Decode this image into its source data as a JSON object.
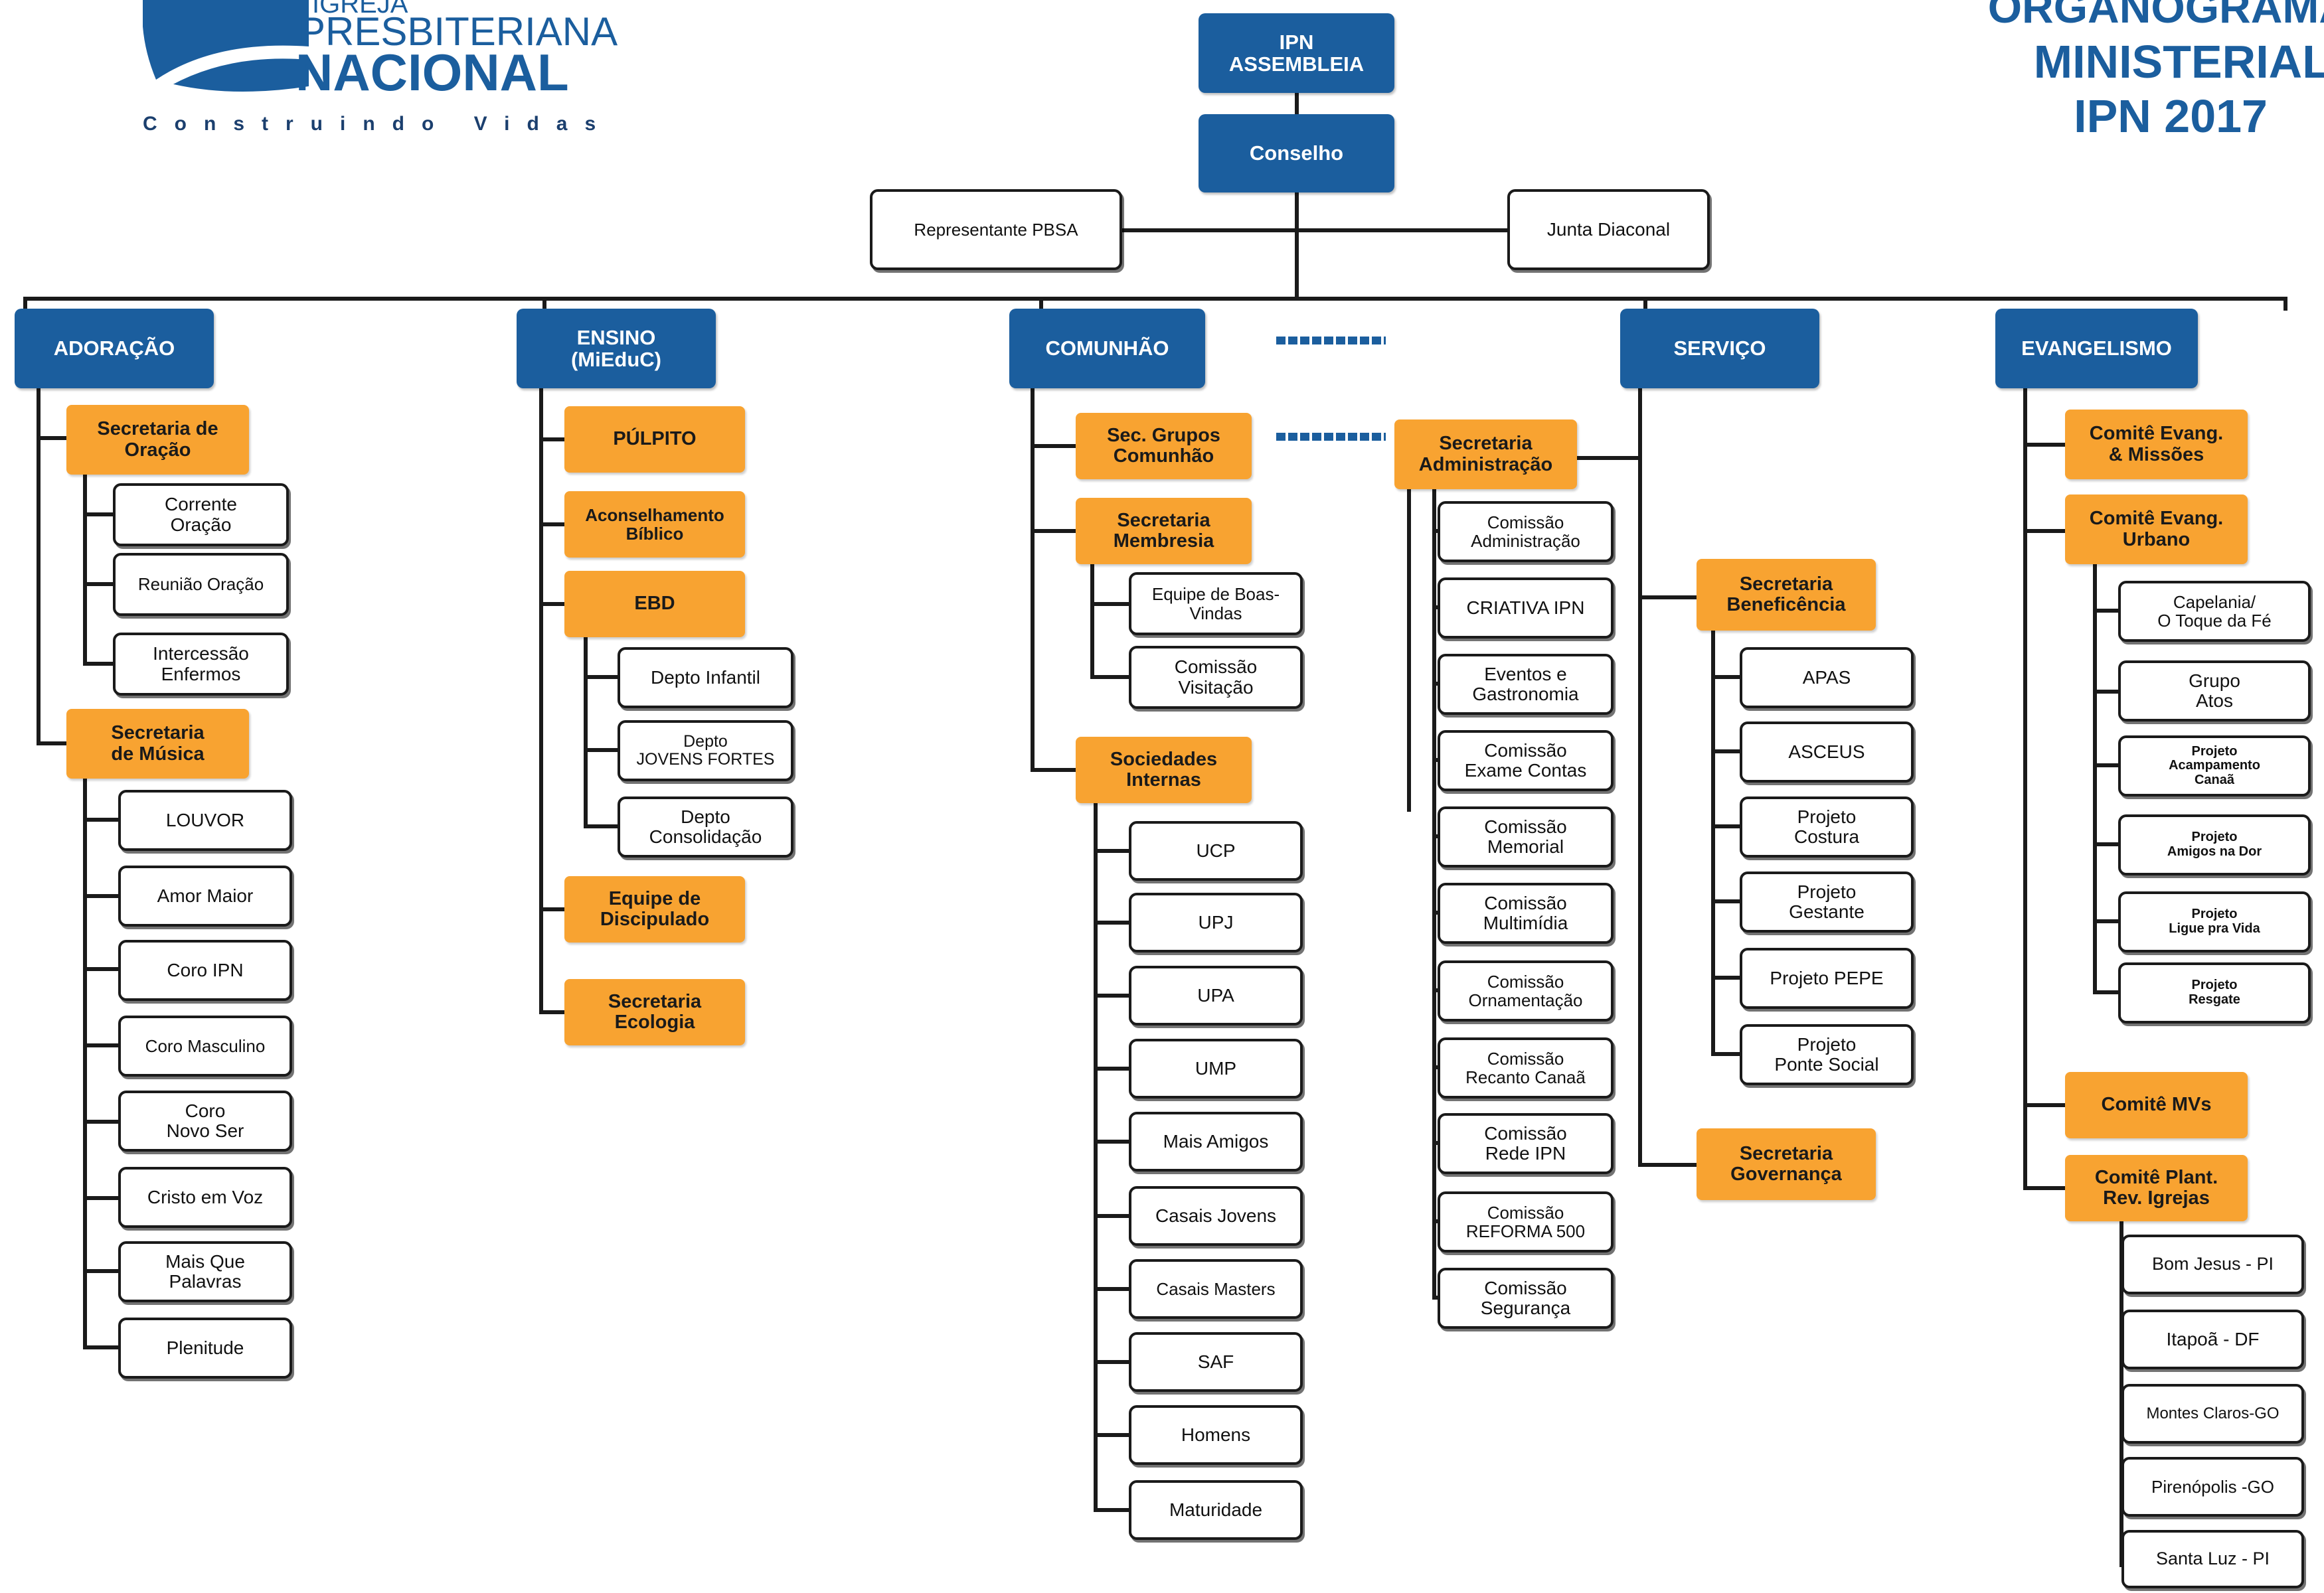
{
  "header": {
    "logo_line1": "IGREJA",
    "logo_line2": "PRESBITERIANA",
    "logo_line3": "NACIONAL",
    "logo_tagline": "Construindo Vidas",
    "title_line1": "ORGANOGRAMA",
    "title_line2": "MINISTERIAL",
    "title_line3": "IPN 2017"
  },
  "top": {
    "assembleia": "IPN\nASSEMBLEIA",
    "conselho": "Conselho",
    "representante": "Representante PBSA",
    "junta": "Junta Diaconal"
  },
  "columns": {
    "adoracao": {
      "label": "ADORAÇÃO",
      "sec_oracao": "Secretaria de\nOração",
      "oracao_items": [
        "Corrente\nOração",
        "Reunião Oração",
        "Intercessão\nEnfermos"
      ],
      "sec_musica": "Secretaria\nde Música",
      "musica_items": [
        "LOUVOR",
        "Amor Maior",
        "Coro IPN",
        "Coro Masculino",
        "Coro\nNovo Ser",
        "Cristo em Voz",
        "Mais Que\nPalavras",
        "Plenitude"
      ]
    },
    "ensino": {
      "label": "ENSINO\n(MiEduC)",
      "pulpito": "PÚLPITO",
      "aconselhamento": "Aconselhamento\nBíblico",
      "ebd": "EBD",
      "ebd_items": [
        "Depto Infantil",
        "Depto\nJOVENS FORTES",
        "Depto\nConsolidação"
      ],
      "discipulado": "Equipe de\nDiscipulado",
      "ecologia": "Secretaria\nEcologia"
    },
    "comunhao": {
      "label": "COMUNHÃO",
      "grupos": "Sec. Grupos\nComunhão",
      "membresia": "Secretaria\nMembresia",
      "membresia_items": [
        "Equipe de Boas-\nVindas",
        "Comissão\nVisitação"
      ],
      "sociedades": "Sociedades\nInternas",
      "sociedades_items": [
        "UCP",
        "UPJ",
        "UPA",
        "UMP",
        "Mais Amigos",
        "Casais Jovens",
        "Casais Masters",
        "SAF",
        "Homens",
        "Maturidade"
      ]
    },
    "administracao": {
      "label": "Secretaria\nAdministração",
      "items": [
        "Comissão\nAdministração",
        "CRIATIVA IPN",
        "Eventos e\nGastronomia",
        "Comissão\nExame Contas",
        "Comissão\nMemorial",
        "Comissão\nMultimídia",
        "Comissão\nOrnamentação",
        "Comissão\nRecanto Canaã",
        "Comissão\nRede IPN",
        "Comissão\nREFORMA 500",
        "Comissão\nSegurança"
      ]
    },
    "servico": {
      "label": "SERVIÇO",
      "beneficencia": "Secretaria\nBeneficência",
      "beneficencia_items": [
        "APAS",
        "ASCEUS",
        "Projeto\nCostura",
        "Projeto\nGestante",
        "Projeto PEPE",
        "Projeto\nPonte Social"
      ],
      "governanca": "Secretaria\nGovernança"
    },
    "evangelismo": {
      "label": "EVANGELISMO",
      "missoes": "Comitê Evang.\n& Missões",
      "urbano": "Comitê Evang.\nUrbano",
      "urbano_items": [
        "Capelania/\nO Toque da Fé",
        "Grupo\nAtos",
        "Projeto\nAcampamento\nCanaã",
        "Projeto\nAmigos na Dor",
        "Projeto\nLigue pra Vida",
        "Projeto\nResgate"
      ],
      "mvs": "Comitê MVs",
      "plant": "Comitê Plant.\nRev. Igrejas",
      "plant_items": [
        "Bom Jesus - PI",
        "Itapoã - DF",
        "Montes Claros-GO",
        "Pirenópolis -GO",
        "Santa Luz - PI"
      ]
    }
  },
  "colors": {
    "blue": "#1b5e9e",
    "orange": "#f8a331",
    "line": "#1a1a1a"
  }
}
